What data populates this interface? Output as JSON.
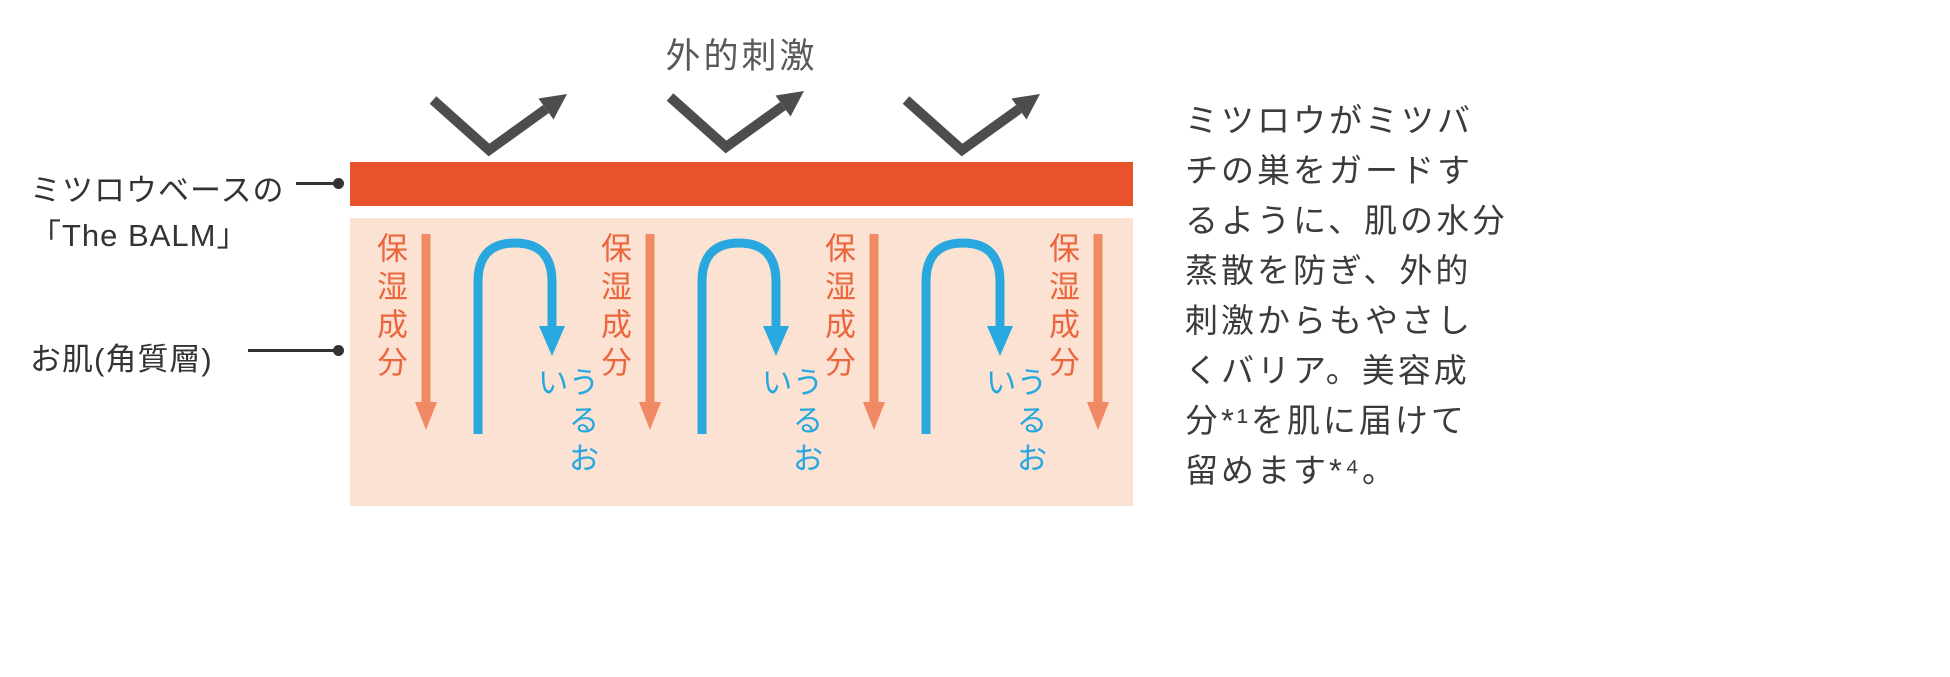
{
  "top_label": "外的刺激",
  "left_labels": {
    "balm_line1": "ミツロウベースの",
    "balm_line2": "「The BALM」",
    "skin": "お肌(角質層)"
  },
  "diagram": {
    "moisture_label": "保湿成分",
    "hydration_label": "うるおい"
  },
  "description": {
    "lines": [
      "ミツロウがミツバ",
      "チの巣をガードす",
      "るように、肌の水分",
      "蒸散を防ぎ、外的",
      "刺激からもやさし",
      "くバリア。美容成",
      "分*¹を肌に届けて",
      "留めます*⁴。"
    ]
  },
  "colors": {
    "balm_bar": "#e8532c",
    "skin_block": "#fbe2d2",
    "moisture_text": "#ea663d",
    "moisture_arrow": "#f08a64",
    "hydration_blue": "#29a7df",
    "stimulus_arrow": "#4d4d4d",
    "label_text": "#333333"
  }
}
